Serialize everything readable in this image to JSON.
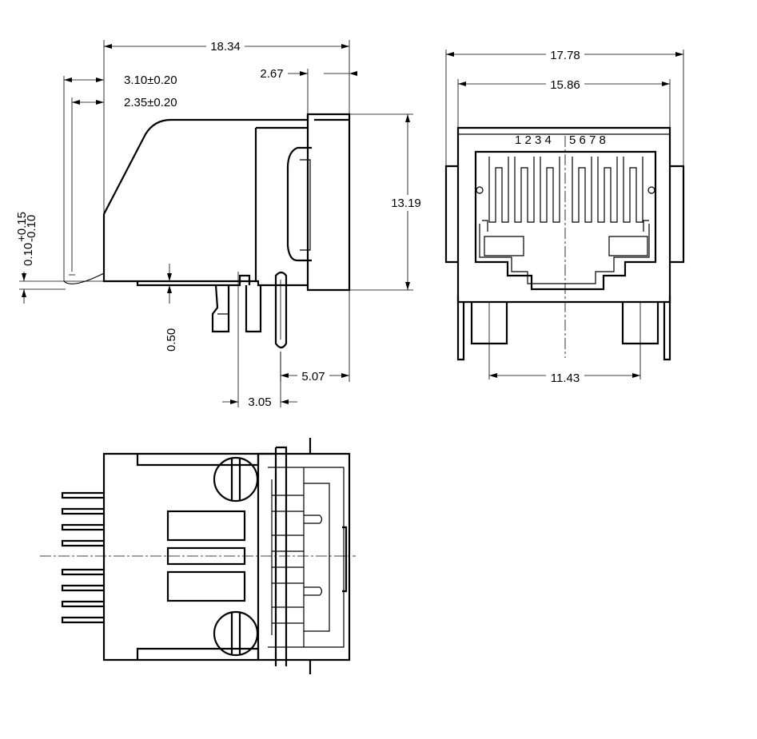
{
  "side_view": {
    "dim_length": "18.34",
    "dim_front": "2.67",
    "dim_offset_a": "3.10±0.20",
    "dim_offset_b": "2.35±0.20",
    "dim_height": "13.19",
    "dim_standoff": "0.50",
    "dim_pin_to_front": "5.07",
    "dim_pin_pitch": "3.05",
    "tolerance_value": "0.10",
    "tolerance_plus": "+0.15",
    "tolerance_minus": "-0.10"
  },
  "front_view": {
    "dim_total_width": "17.78",
    "dim_body_width": "15.86",
    "dim_post_spacing": "11.43",
    "pin_numbers_left": "1 2 3 4",
    "pin_numbers_right": "5 6 7 8"
  }
}
